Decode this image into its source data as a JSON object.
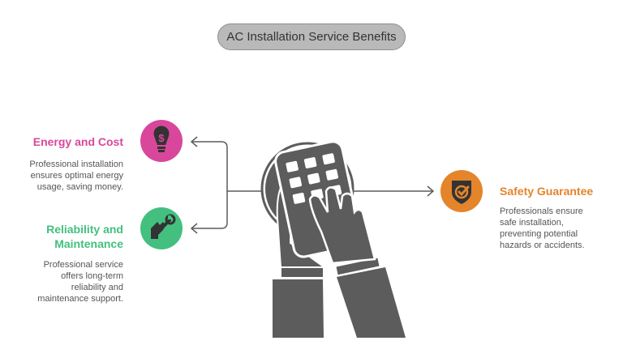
{
  "title": "AC Installation Service Benefits",
  "colors": {
    "energy": "#d9479c",
    "reliability": "#43c07f",
    "safety": "#e4842b",
    "graphic": "#5c5c5c",
    "title_bg": "#b9b9b9"
  },
  "benefits": [
    {
      "heading": "Energy and Cost",
      "description_lines": [
        "Professional installation",
        "ensures optimal energy",
        "usage, saving money."
      ],
      "icon": "lightbulb-dollar-icon"
    },
    {
      "heading_lines": [
        "Reliability and",
        "Maintenance"
      ],
      "description_lines": [
        "Professional service",
        "offers long-term",
        "reliability and",
        "maintenance support."
      ],
      "icon": "wrench-hand-icon"
    },
    {
      "heading": "Safety Guarantee",
      "description_lines": [
        "Professionals ensure",
        "safe installation,",
        "preventing potential",
        "hazards or accidents."
      ],
      "icon": "shield-check-icon"
    }
  ],
  "central_graphic": "hands-holding-remote-control"
}
